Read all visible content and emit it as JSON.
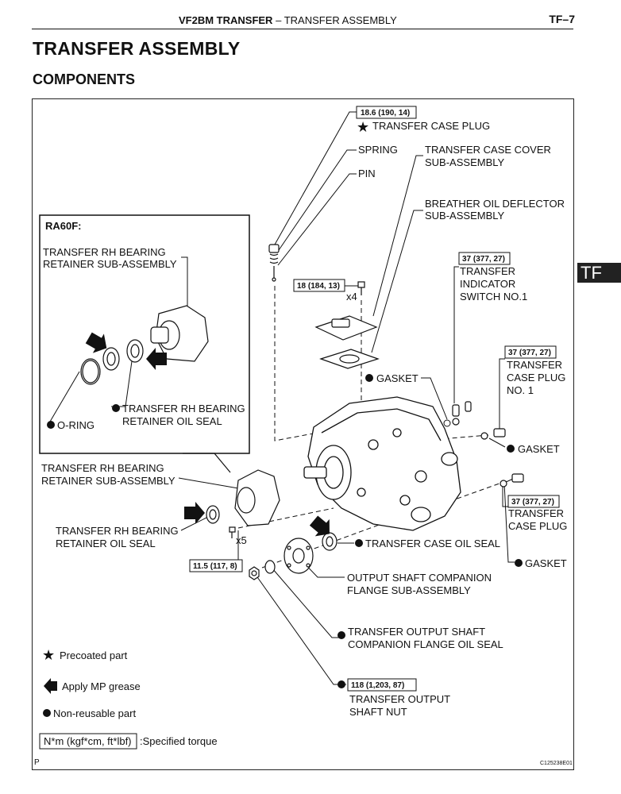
{
  "header": {
    "section_bold": "VF2BM TRANSFER",
    "separator": "–",
    "section_rest": "TRANSFER ASSEMBLY",
    "page_number": "TF–7"
  },
  "title": "TRANSFER ASSEMBLY",
  "subtitle": "COMPONENTS",
  "side_tab": "TF",
  "diagram": {
    "torque_top": "18.6 (190, 14)",
    "transfer_case_plug_top": "TRANSFER CASE PLUG",
    "spring": "SPRING",
    "pin": "PIN",
    "cover_line1": "TRANSFER CASE COVER",
    "cover_line2": "SUB-ASSEMBLY",
    "deflector_line1": "BREATHER OIL DEFLECTOR",
    "deflector_line2": "SUB-ASSEMBLY",
    "torque_indicator": "37 (377, 27)",
    "indicator_line1": "TRANSFER",
    "indicator_line2": "INDICATOR",
    "indicator_line3": "SWITCH NO.1",
    "torque_cover_bolts": "18 (184, 13)",
    "qty_cover_bolts": "x4",
    "gasket_mid": "GASKET",
    "torque_plug1": "37 (377, 27)",
    "plug1_line1": "TRANSFER",
    "plug1_line2": "CASE PLUG",
    "plug1_line3": "NO. 1",
    "gasket_plug1": "GASKET",
    "torque_plug2": "37 (377, 27)",
    "plug2_line1": "TRANSFER",
    "plug2_line2": "CASE PLUG",
    "gasket_plug2": "GASKET",
    "inset_title": "RA60F:",
    "inset_retainer_line1": "TRANSFER RH BEARING",
    "inset_retainer_line2": "RETAINER SUB-ASSEMBLY",
    "inset_oil_seal_line1": "TRANSFER RH BEARING",
    "inset_oil_seal_line2": "RETAINER OIL SEAL",
    "o_ring": "O-RING",
    "retainer_line1": "TRANSFER RH BEARING",
    "retainer_line2": "RETAINER SUB-ASSEMBLY",
    "retainer_seal_line1": "TRANSFER RH BEARING",
    "retainer_seal_line2": "RETAINER OIL SEAL",
    "qty_retainer_bolts": "x5",
    "torque_retainer": "11.5 (117, 8)",
    "case_oil_seal": "TRANSFER CASE OIL SEAL",
    "flange_line1": "OUTPUT SHAFT COMPANION",
    "flange_line2": "FLANGE SUB-ASSEMBLY",
    "flange_seal_line1": "TRANSFER OUTPUT SHAFT",
    "flange_seal_line2": "COMPANION FLANGE OIL SEAL",
    "torque_nut": "118 (1,203, 87)",
    "nut_line1": "TRANSFER OUTPUT",
    "nut_line2": "SHAFT NUT"
  },
  "legend": {
    "precoated": "Precoated part",
    "grease": "Apply MP grease",
    "non_reusable": "Non-reusable part",
    "torque_unit": "N*m (kgf*cm, ft*lbf)",
    "torque_desc": ":Specified torque"
  },
  "footer": {
    "left_mark": "P",
    "figure_code": "C125238E01"
  }
}
